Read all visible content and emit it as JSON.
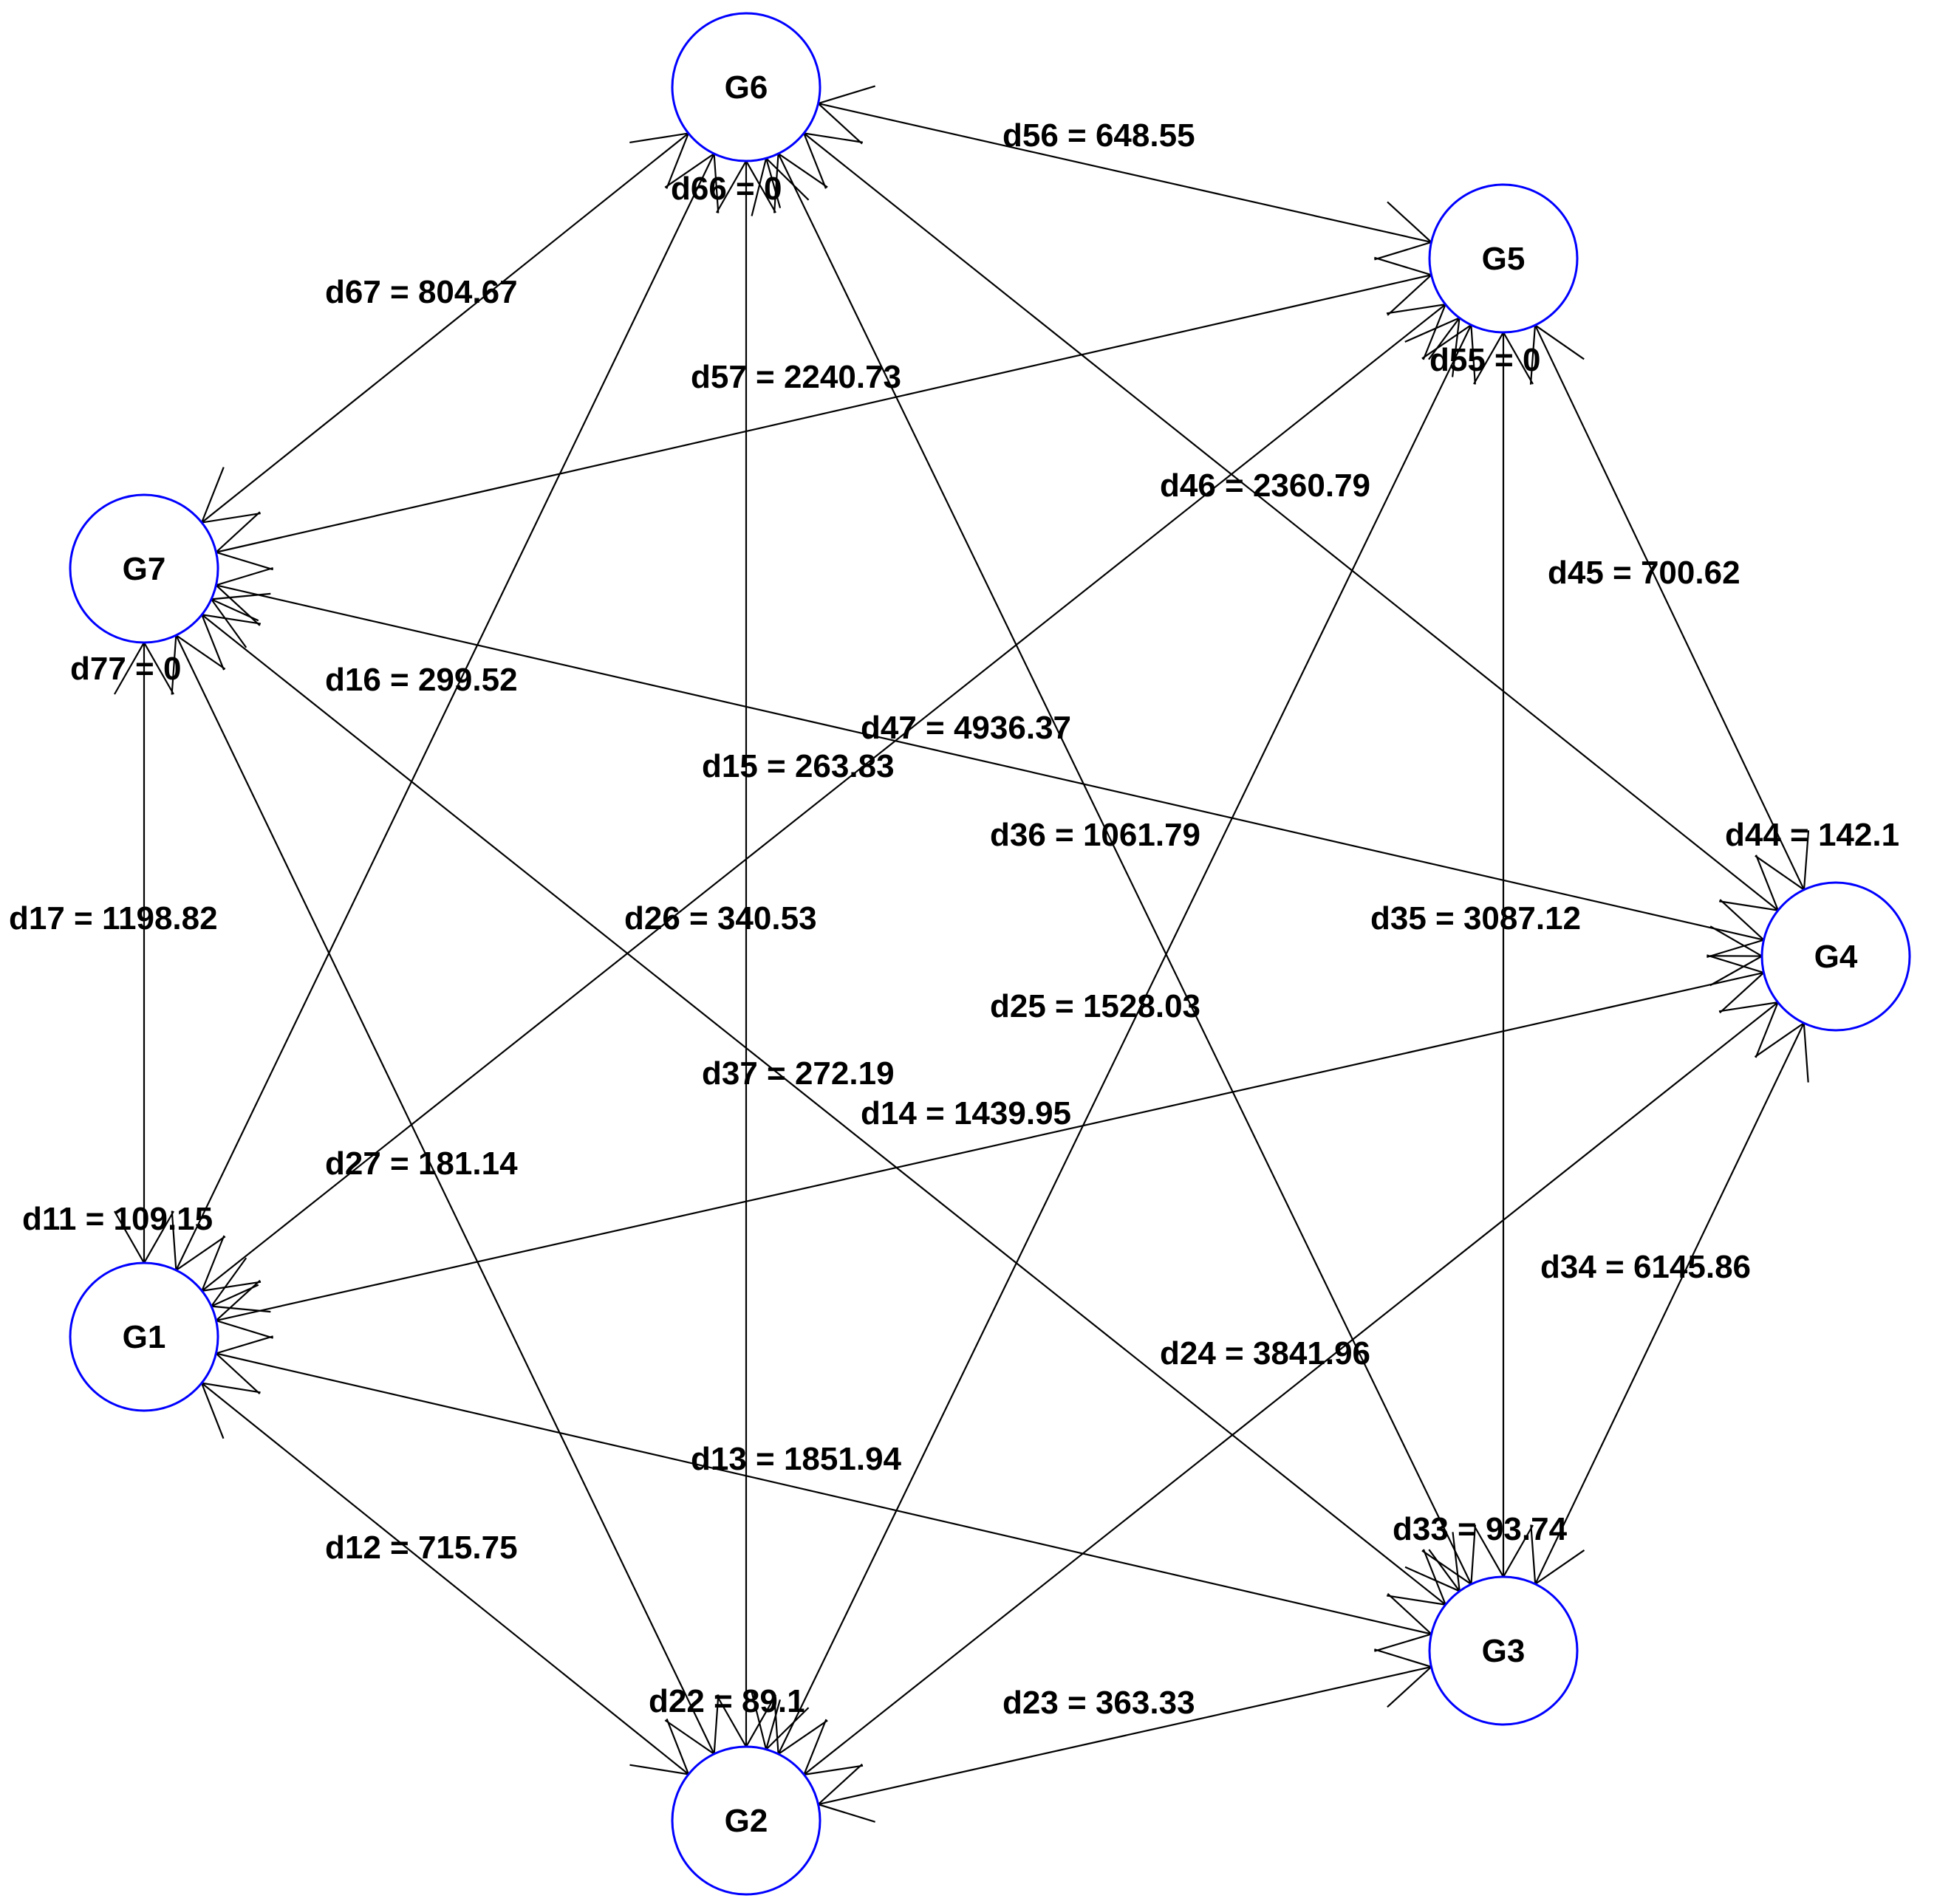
{
  "nodes": [
    {
      "id": "G1",
      "label": "G1"
    },
    {
      "id": "G2",
      "label": "G2"
    },
    {
      "id": "G3",
      "label": "G3"
    },
    {
      "id": "G4",
      "label": "G4"
    },
    {
      "id": "G5",
      "label": "G5"
    },
    {
      "id": "G6",
      "label": "G6"
    },
    {
      "id": "G7",
      "label": "G7"
    }
  ],
  "edges": [
    {
      "from": "G1",
      "to": "G2",
      "label": "d12 =  715.75"
    },
    {
      "from": "G1",
      "to": "G3",
      "label": "d13 =  1851.94"
    },
    {
      "from": "G1",
      "to": "G4",
      "label": "d14 =  1439.95"
    },
    {
      "from": "G1",
      "to": "G5",
      "label": "d15 =  263.83"
    },
    {
      "from": "G1",
      "to": "G6",
      "label": "d16 =  299.52"
    },
    {
      "from": "G1",
      "to": "G7",
      "label": "d17 =  1198.82"
    },
    {
      "from": "G2",
      "to": "G3",
      "label": "d23 =  363.33"
    },
    {
      "from": "G2",
      "to": "G4",
      "label": "d24 =  3841.96"
    },
    {
      "from": "G2",
      "to": "G5",
      "label": "d25 =  1528.03"
    },
    {
      "from": "G2",
      "to": "G6",
      "label": "d26 =  340.53"
    },
    {
      "from": "G2",
      "to": "G7",
      "label": "d27 =  181.14"
    },
    {
      "from": "G3",
      "to": "G4",
      "label": "d34 =  6145.86"
    },
    {
      "from": "G3",
      "to": "G5",
      "label": "d35 =  3087.12"
    },
    {
      "from": "G3",
      "to": "G6",
      "label": "d36 =  1061.79"
    },
    {
      "from": "G3",
      "to": "G7",
      "label": "d37 =  272.19"
    },
    {
      "from": "G4",
      "to": "G5",
      "label": "d45 =  700.62"
    },
    {
      "from": "G4",
      "to": "G6",
      "label": "d46 =  2360.79"
    },
    {
      "from": "G4",
      "to": "G7",
      "label": "d47 =  4936.37"
    },
    {
      "from": "G5",
      "to": "G6",
      "label": "d56 =  648.55"
    },
    {
      "from": "G5",
      "to": "G7",
      "label": "d57 =  2240.73"
    },
    {
      "from": "G6",
      "to": "G7",
      "label": "d67 =  804.67"
    }
  ],
  "self_loops": [
    {
      "node": "G1",
      "label": "d11 =  109.15"
    },
    {
      "node": "G2",
      "label": "d22 =  89.1"
    },
    {
      "node": "G3",
      "label": "d33 =  93.74"
    },
    {
      "node": "G4",
      "label": "d44 =  142.1"
    },
    {
      "node": "G5",
      "label": "d55 =  0"
    },
    {
      "node": "G6",
      "label": "d66 =  0"
    },
    {
      "node": "G7",
      "label": "d77 =  0"
    }
  ],
  "colors": {
    "node_stroke": "#0000ff",
    "edge": "#000000",
    "text": "#000000"
  }
}
